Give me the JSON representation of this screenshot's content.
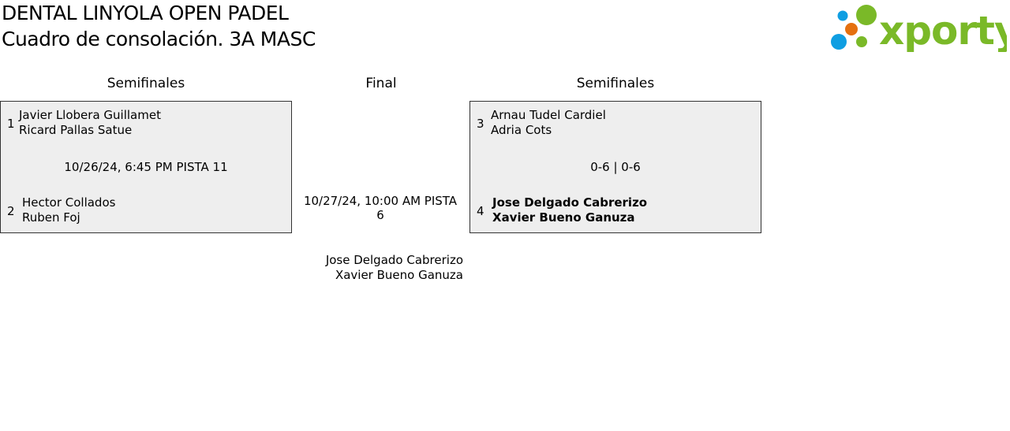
{
  "header": {
    "tournament": "DENTAL LINYOLA OPEN PADEL",
    "draw": "Cuadro de consolación. 3A MASC",
    "logo_text": "xporty"
  },
  "colors": {
    "logo_green": "#7ab928",
    "logo_blue": "#0f9ee2",
    "logo_orange": "#e5700f",
    "box_bg": "#eeeeee"
  },
  "rounds": {
    "left": "Semifinales",
    "center": "Final",
    "right": "Semifinales"
  },
  "matches": [
    {
      "team1": {
        "seed": "1",
        "players": [
          "Javier Llobera Guillamet",
          "Ricard Pallas Satue"
        ]
      },
      "info": "10/26/24, 6:45 PM PISTA 11",
      "team2": {
        "seed": "2",
        "players": [
          "Hector Collados",
          "Ruben Foj"
        ]
      }
    },
    {
      "team1": {
        "seed": "3",
        "players": [
          "Arnau Tudel Cardiel",
          "Adria Cots"
        ]
      },
      "info": "0-6 | 0-6",
      "team2": {
        "seed": "4",
        "players": [
          "Jose Delgado Cabrerizo",
          "Xavier Bueno Ganuza"
        ]
      }
    }
  ],
  "final": {
    "info": "10/27/24, 10:00 AM PISTA 6",
    "finalist": [
      "Jose Delgado Cabrerizo",
      "Xavier Bueno Ganuza"
    ]
  }
}
